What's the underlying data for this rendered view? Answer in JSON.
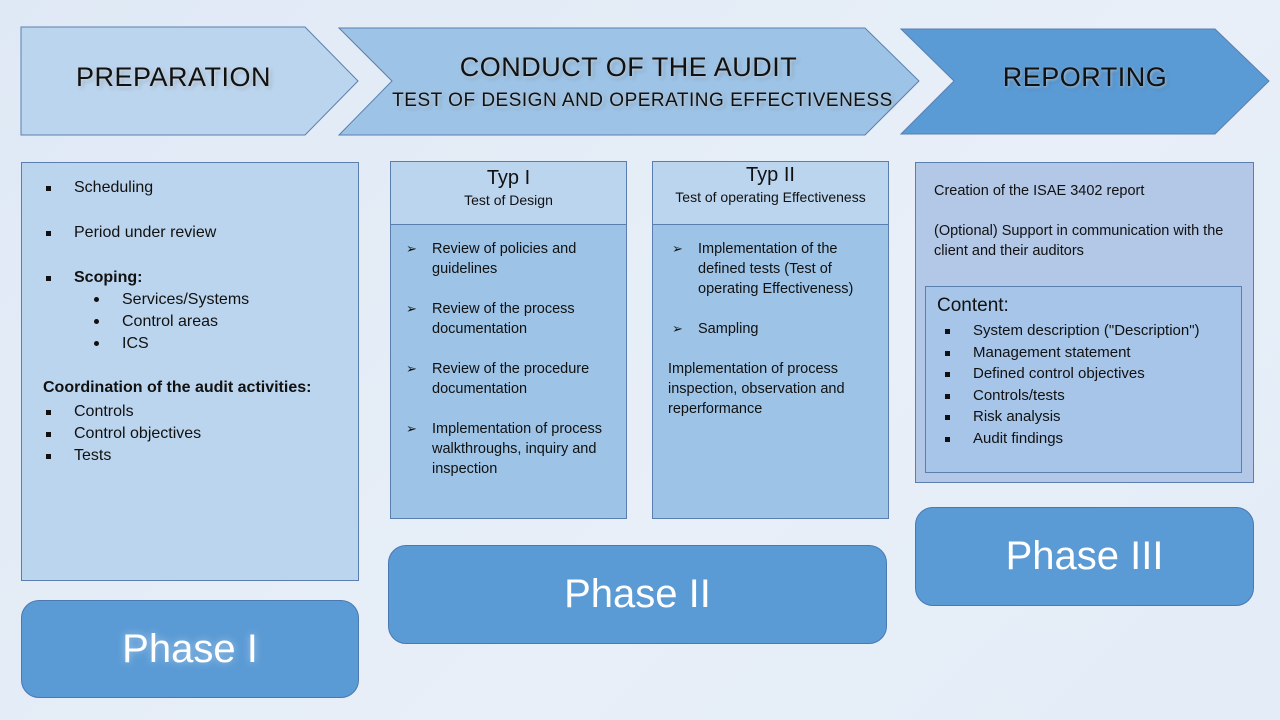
{
  "chevrons": {
    "preparation": "PREPARATION",
    "conduct_title": "CONDUCT OF THE AUDIT",
    "conduct_subtitle": "TEST OF DESIGN AND OPERATING EFFECTIVENESS",
    "reporting": "REPORTING"
  },
  "colors": {
    "chevron_light": "#bcd5ee",
    "chevron_mid": "#9dc3e6",
    "chevron_dark": "#5b9bd5",
    "phase_fill": "#5b9bd5"
  },
  "preparation": {
    "items": [
      "Scheduling",
      "Period under review"
    ],
    "scoping_label": "Scoping:",
    "scoping_items": [
      "Services/Systems",
      "Control areas",
      "ICS"
    ],
    "coordination_label": "Coordination of the audit activities:",
    "coordination_items": [
      "Controls",
      "Control objectives",
      "Tests"
    ]
  },
  "typ1": {
    "title": "Typ I",
    "subtitle": "Test of Design",
    "items": [
      "Review of policies and guidelines",
      "Review of the process documentation",
      "Review of the procedure documentation",
      "Implementation of process walkthroughs, inquiry and inspection"
    ]
  },
  "typ2": {
    "title": "Typ II",
    "subtitle": "Test of operating Effectiveness",
    "items": [
      "Implementation of the defined tests (Test of operating Effectiveness)",
      "Sampling"
    ],
    "note": "Implementation of process inspection, observation and reperformance"
  },
  "reporting": {
    "line1": "Creation of the ISAE 3402 report",
    "line2": "(Optional) Support in communication with the client and their auditors",
    "content_label": "Content:",
    "content_items": [
      "System description (\"Description\")",
      "Management statement",
      "Defined control objectives",
      "Controls/tests",
      "Risk analysis",
      "Audit findings"
    ]
  },
  "phases": {
    "phase1": "Phase I",
    "phase2": "Phase II",
    "phase3": "Phase III"
  }
}
